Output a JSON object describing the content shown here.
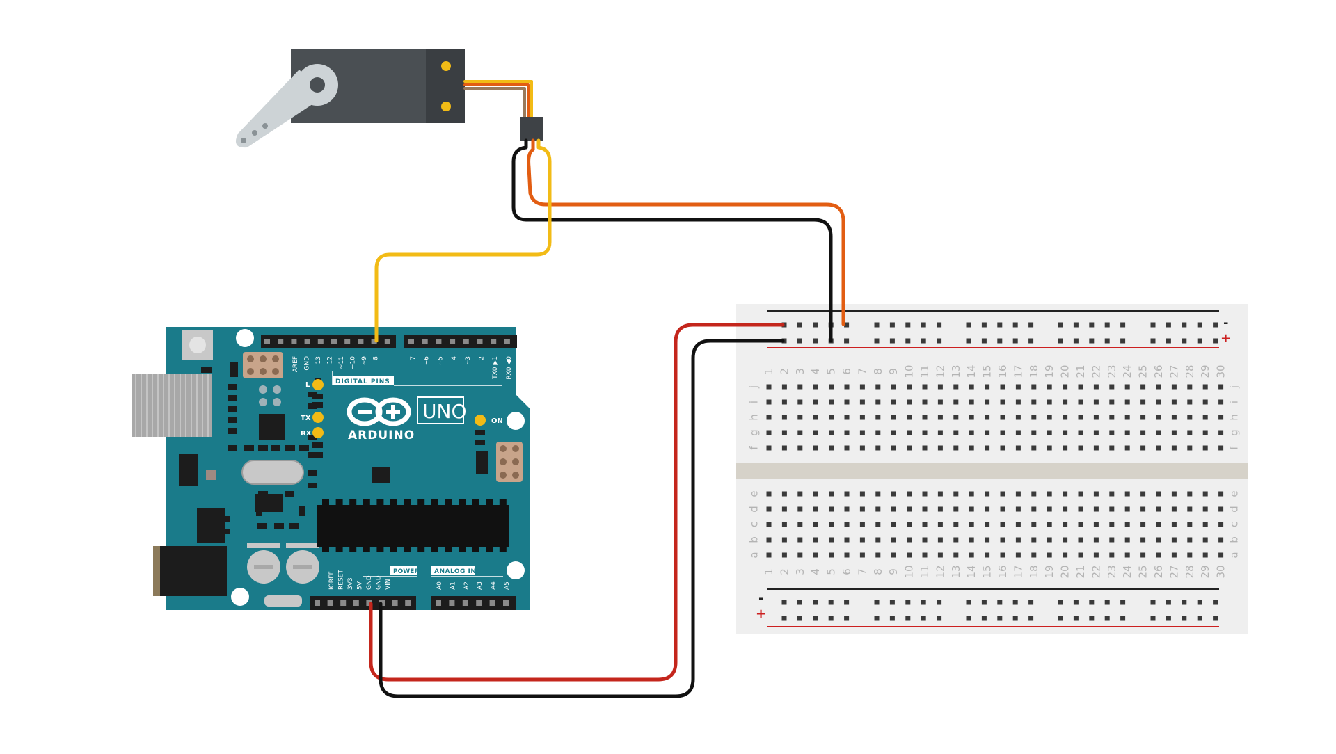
{
  "arduino": {
    "brand": "ARDUINO",
    "model": "UNO",
    "digital_header_label": "DIGITAL PINS",
    "power_header_label": "POWER",
    "analog_header_label": "ANALOG IN",
    "led_label_l": "L",
    "led_label_tx": "TX",
    "led_label_rx": "RX",
    "led_label_on": "ON",
    "digital_pins_left": [
      "AREF",
      "GND",
      "13",
      "12",
      "~11",
      "~10",
      "~9",
      "8"
    ],
    "digital_pins_right": [
      "7",
      "~6",
      "~5",
      "4",
      "~3",
      "2",
      "TX0 ▶1",
      "RX0 ◀0"
    ],
    "power_pins": [
      "IOREF",
      "RESET",
      "3V3",
      "5V",
      "GND",
      "GND",
      "VIN"
    ],
    "analog_pins": [
      "A0",
      "A1",
      "A2",
      "A3",
      "A4",
      "A5"
    ]
  },
  "breadboard": {
    "columns": [
      "1",
      "2",
      "3",
      "4",
      "5",
      "6",
      "7",
      "8",
      "9",
      "10",
      "11",
      "12",
      "13",
      "14",
      "15",
      "16",
      "17",
      "18",
      "19",
      "20",
      "21",
      "22",
      "23",
      "24",
      "25",
      "26",
      "27",
      "28",
      "29",
      "30"
    ],
    "rows_top": [
      "j",
      "i",
      "h",
      "g",
      "f"
    ],
    "rows_bottom": [
      "e",
      "d",
      "c",
      "b",
      "a"
    ],
    "rail_minus": "-",
    "rail_plus": "+"
  },
  "colors": {
    "board": "#1a7b8a",
    "wire_signal": "#f2bb16",
    "wire_power": "#c4261c",
    "wire_ground": "#111111",
    "wire_servo_power": "#e25d12",
    "servo_body": "#4a4f53"
  },
  "icons": {
    "servo": "servo-motor-icon",
    "usb": "usb-port-icon",
    "barrel": "dc-barrel-jack-icon",
    "reset": "reset-button-icon",
    "logo": "arduino-infinity-logo-icon"
  }
}
